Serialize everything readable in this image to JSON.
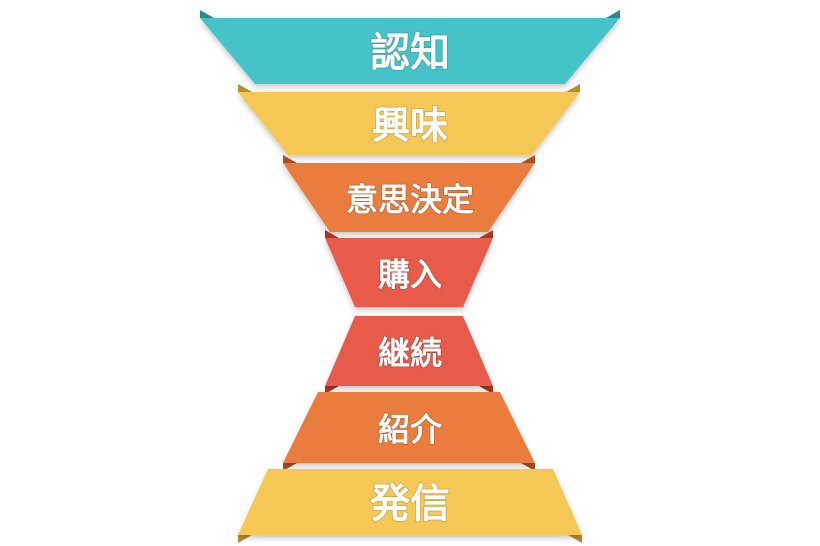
{
  "diagram": {
    "type": "funnel-hourglass",
    "stages": [
      {
        "label": "認知",
        "color": "#45C3C8",
        "fold_color": "#2A8A8E"
      },
      {
        "label": "興味",
        "color": "#F5C755",
        "fold_color": "#B88F2C"
      },
      {
        "label": "意思決定",
        "color": "#EA7D3E",
        "fold_color": "#A9531F"
      },
      {
        "label": "購入",
        "color": "#E85A4A",
        "fold_color": "#A93628"
      },
      {
        "label": "継続",
        "color": "#E85A4A",
        "fold_color": "#A93628"
      },
      {
        "label": "紹介",
        "color": "#EA7D3E",
        "fold_color": "#A9531F"
      },
      {
        "label": "発信",
        "color": "#F5C755",
        "fold_color": "#B88F2C"
      }
    ]
  }
}
